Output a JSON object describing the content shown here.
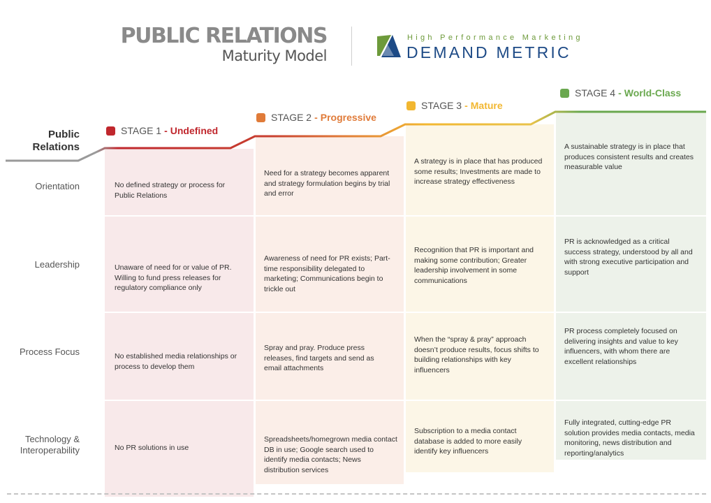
{
  "header": {
    "title": "PUBLIC RELATIONS",
    "subtitle": "Maturity Model",
    "logo_tagline": "High Performance Marketing",
    "logo_name": "DEMAND METRIC"
  },
  "colors": {
    "stage1": "#c0272d",
    "stage2": "#e07b39",
    "stage3": "#f2b731",
    "stage4": "#6aa84f",
    "logo_blue": "#1d4a86",
    "logo_green": "#6d9a3a"
  },
  "corner_label": "Public Relations",
  "stages": [
    {
      "prefix": "STAGE 1",
      "sep": "-",
      "name": "Undefined"
    },
    {
      "prefix": "STAGE 2",
      "sep": "-",
      "name": "Progressive"
    },
    {
      "prefix": "STAGE 3",
      "sep": "-",
      "name": "Mature"
    },
    {
      "prefix": "STAGE 4",
      "sep": "-",
      "name": "World-Class"
    }
  ],
  "rows": [
    {
      "label": "Orientation",
      "cells": [
        "No defined strategy or process for Public Relations",
        "Need for a strategy becomes apparent and strategy formulation begins by trial and error",
        "A strategy is in place that has produced some results; Investments are made to increase strategy effectiveness",
        "A sustainable strategy is in place that produces consistent results and creates measurable value"
      ]
    },
    {
      "label": "Leadership",
      "cells": [
        "Unaware of need for or value of PR. Willing to fund press releases for regulatory compliance only",
        "Awareness of need for PR exists; Part-time responsibility delegated to marketing; Communications begin to trickle out",
        "Recognition that PR is important and making some contribution; Greater leadership involvement in some communications",
        "PR is acknowledged as a critical success strategy, understood by all and with strong executive participation and support"
      ]
    },
    {
      "label": "Process Focus",
      "cells": [
        "No established media relationships or process to develop them",
        "Spray and pray. Produce press releases, find targets and send as email attachments",
        "When the “spray & pray” approach doesn’t produce results, focus shifts to building relationships with key influencers",
        "PR process completely focused on delivering insights and value to key influencers, with whom there are excellent relationships"
      ]
    },
    {
      "label": "Technology & Interoperability",
      "cells": [
        "No PR solutions in use",
        "Spreadsheets/homegrown media contact DB in use; Google search used to identify media contacts; News distribution services",
        "Subscription to a media contact database is added to more easily identify key influencers",
        "Fully integrated, cutting-edge PR solution provides media contacts, media monitoring, news distribution and reporting/analytics"
      ]
    }
  ]
}
